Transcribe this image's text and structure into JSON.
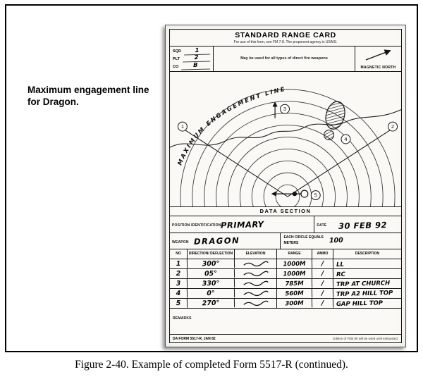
{
  "figure": {
    "side_note": "Maximum engagement line for Dragon.",
    "caption": "Figure 2-40. Example of completed Form 5517-R (continued)."
  },
  "card": {
    "title": "STANDARD RANGE CARD",
    "subtitle": "For use of this form, see FM 7-8. The proponent agency is USAIS.",
    "units": [
      {
        "label": "SQD",
        "value": "1"
      },
      {
        "label": "PLT",
        "value": "2"
      },
      {
        "label": "CO",
        "value": "B"
      }
    ],
    "usage_note": "May be used for all types of direct fire weapons",
    "magnetic_north_label": "MAGNETIC NORTH",
    "sketch": {
      "engagement_line_label": "MAXIMUM ENGAGEMENT LINE",
      "markers": [
        "1",
        "2",
        "3",
        "4",
        "5"
      ]
    },
    "data_section_label": "DATA SECTION",
    "position_identification_label": "POSITION IDENTIFICATION",
    "position_identification_value": "PRIMARY",
    "date_label": "DATE",
    "date_value": "30 FEB 92",
    "weapon_label": "WEAPON",
    "weapon_value": "DRAGON",
    "circle_equals_label": "EACH CIRCLE EQUALS",
    "meters_label": "METERS",
    "circle_equals_value": "100",
    "table": {
      "headers": [
        "NO",
        "DIRECTION/ DEFLECTION",
        "ELEVATION",
        "RANGE",
        "AMMO",
        "DESCRIPTION"
      ],
      "rows": [
        {
          "no": "1",
          "direction": "300°",
          "range": "1000M",
          "ammo": "/",
          "description": "LL"
        },
        {
          "no": "2",
          "direction": "05°",
          "range": "1000M",
          "ammo": "/",
          "description": "RC"
        },
        {
          "no": "3",
          "direction": "330°",
          "range": "785M",
          "ammo": "/",
          "description": "TRP AT CHURCH"
        },
        {
          "no": "4",
          "direction": "0°",
          "range": "560M",
          "ammo": "/",
          "description": "TRP A2 HILL TOP"
        },
        {
          "no": "5",
          "direction": "270°",
          "range": "300M",
          "ammo": "/",
          "description": "GAP HILL TOP"
        }
      ]
    },
    "remarks_label": "REMARKS",
    "footer_left": "DA FORM 5517-R, JAN 82",
    "footer_right": "Edition of FEB 80 will be used until exhausted."
  }
}
